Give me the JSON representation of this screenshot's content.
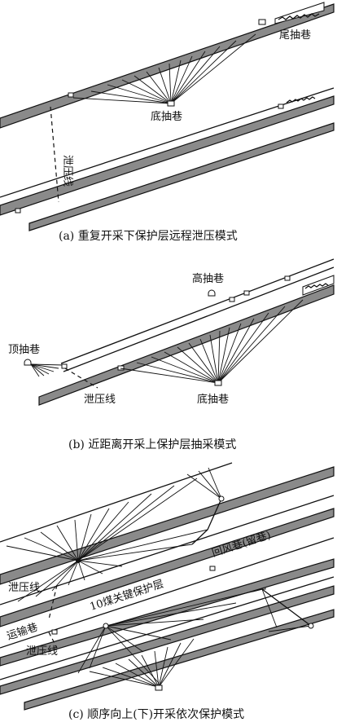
{
  "panel_a": {
    "caption": "(a)  重复开采下保护层远程泄压模式",
    "label_tail_roadway": "尾抽巷",
    "label_bottom_roadway": "底抽巷",
    "label_relief_line": "泄压线"
  },
  "panel_b": {
    "caption": "(b)  近距离开采上保护层抽采模式",
    "label_high_roadway": "高抽巷",
    "label_top_roadway": "顶抽巷",
    "label_relief_line": "泄压线",
    "label_bottom_roadway": "底抽巷"
  },
  "panel_c": {
    "caption": "(c)  顺序向上(下)开采依次保护模式",
    "label_return_roadway": "回风巷(留巷)",
    "label_key_layer": "10煤关键保护层",
    "label_relief_line_upper": "泄压线",
    "label_haulage_roadway": "运输巷",
    "label_relief_line_lower": "泄压线"
  }
}
